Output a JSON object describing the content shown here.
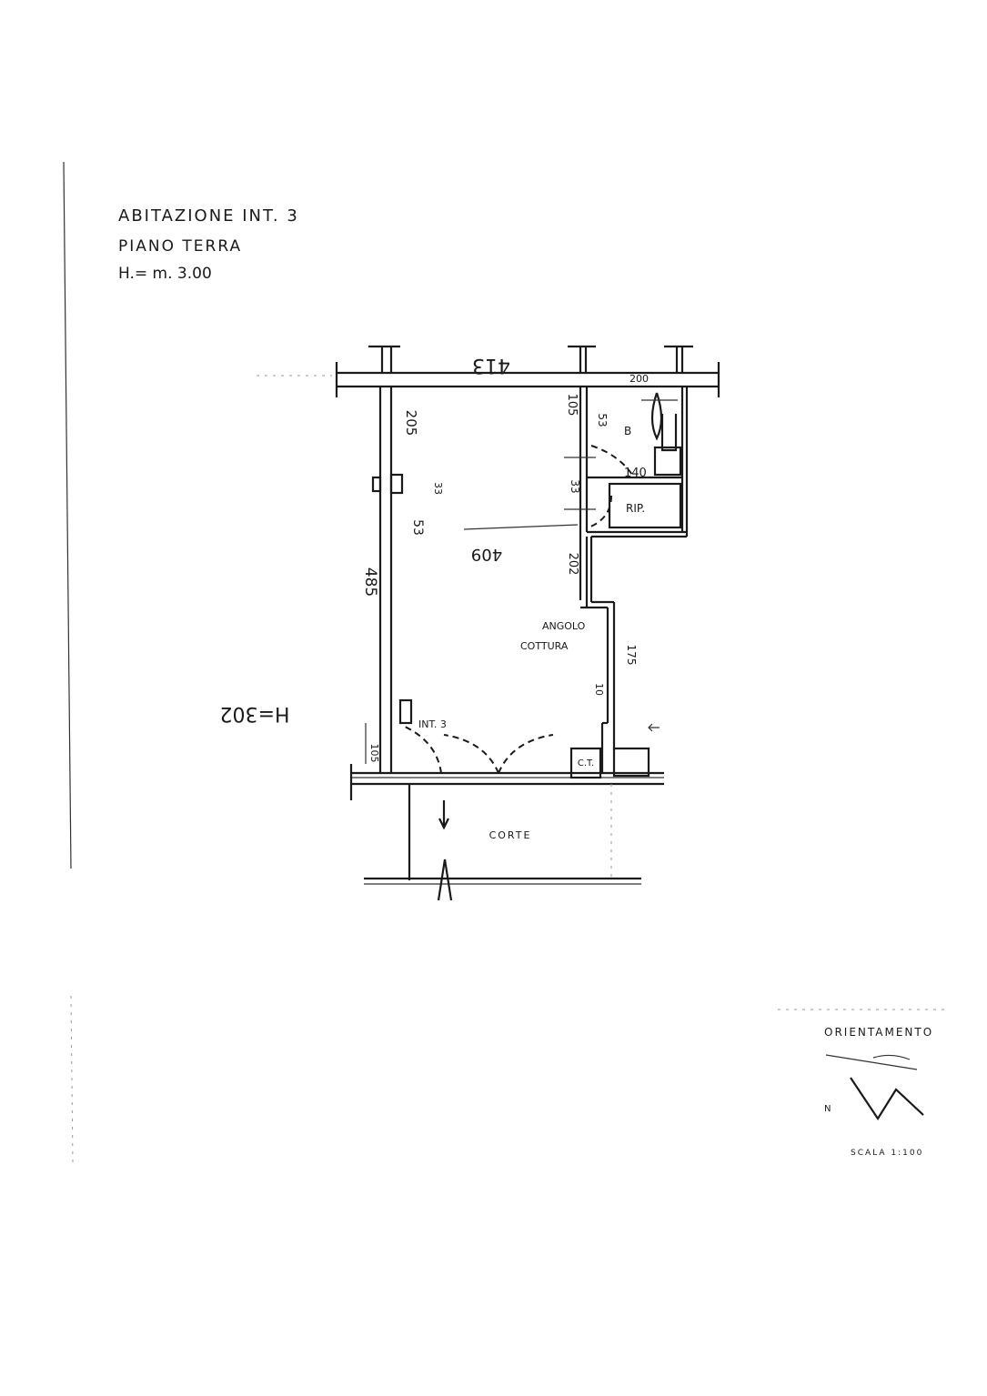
{
  "title": {
    "line1": "ABITAZIONE INT. 3",
    "line2": "PIANO TERRA",
    "line3": "H.= m. 3.00"
  },
  "plan": {
    "dim_top": "413",
    "dim_bath_top": "200",
    "dim_left_upper": "205",
    "dim_left": "485",
    "dim_door_bath": "105",
    "dim_bath_door": "53",
    "bath_label": "B",
    "dim_bath_wall": "140",
    "dim_small": "33",
    "dim_middle": "409",
    "dim_side": "202",
    "storage_label": "RIP.",
    "kitchen_line1": "ANGOLO",
    "kitchen_line2": "COTTURA",
    "dim_right": "175",
    "dim_right_small": "10",
    "entrance_label": "INT. 3",
    "boiler_label": "C.T.",
    "court_label": "CORTE",
    "height_note": "H=302",
    "dim_bottom_left": "105"
  },
  "orientation": {
    "label": "ORIENTAMENTO",
    "north_mark": "N",
    "scale": "SCALA 1:100"
  }
}
